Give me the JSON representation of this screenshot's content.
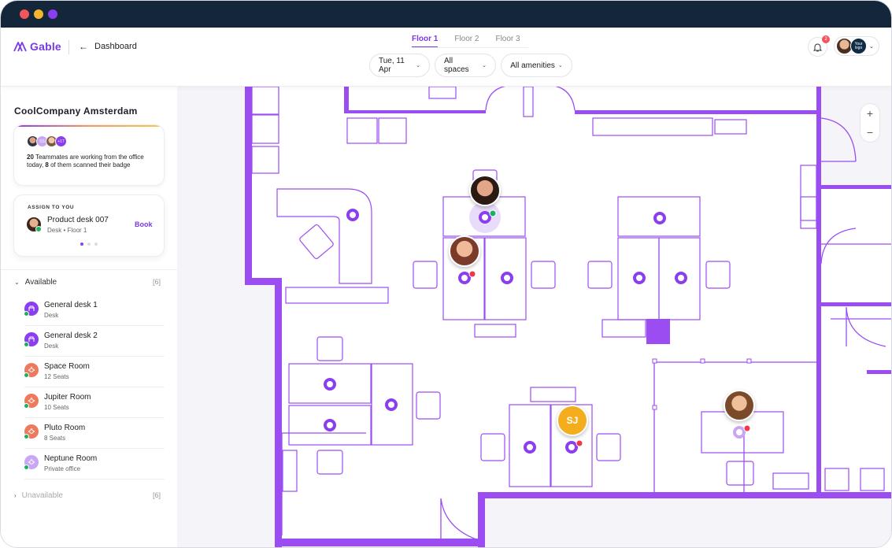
{
  "app": {
    "name": "Gable"
  },
  "nav": {
    "back_label": "Dashboard"
  },
  "floors": [
    {
      "label": "Floor 1",
      "active": true
    },
    {
      "label": "Floor 2",
      "active": false
    },
    {
      "label": "Floor 3",
      "active": false
    }
  ],
  "filters": {
    "date": "Tue, 11 Apr",
    "spaces": "All spaces",
    "amenities": "All amenities"
  },
  "notifications": {
    "count": "2"
  },
  "profile": {
    "company_logo_text": "Your logo"
  },
  "sidebar": {
    "company": "CoolCompany Amsterdam",
    "team": {
      "avatar_initials": "SS",
      "more_count": "+17",
      "count": "20",
      "text_1": " Teammates are working from the office today, ",
      "scanned": "8",
      "text_2": " of them scanned their badge"
    },
    "assign": {
      "label": "ASSIGN TO YOU",
      "title": "Product desk 007",
      "subtitle": "Desk • Floor 1",
      "action": "Book"
    },
    "available": {
      "label": "Available",
      "count": "[6]"
    },
    "unavailable": {
      "label": "Unavailable",
      "count": "[6]"
    },
    "spaces": [
      {
        "name": "General desk 1",
        "sub": "Desk",
        "kind": "desk"
      },
      {
        "name": "General desk 2",
        "sub": "Desk",
        "kind": "desk"
      },
      {
        "name": "Space Room",
        "sub": "12 Seats",
        "kind": "room"
      },
      {
        "name": "Jupiter Room",
        "sub": "10 Seats",
        "kind": "room"
      },
      {
        "name": "Pluto Room",
        "sub": "8 Seats",
        "kind": "room"
      },
      {
        "name": "Neptune Room",
        "sub": "Private office",
        "kind": "office"
      }
    ]
  },
  "map": {
    "occupant_initials": "SJ",
    "zoom_in": "+",
    "zoom_out": "−"
  },
  "colors": {
    "accent": "#7a39e6",
    "wall": "#9b4df2",
    "available": "#19b35b",
    "busy": "#f0384a"
  }
}
